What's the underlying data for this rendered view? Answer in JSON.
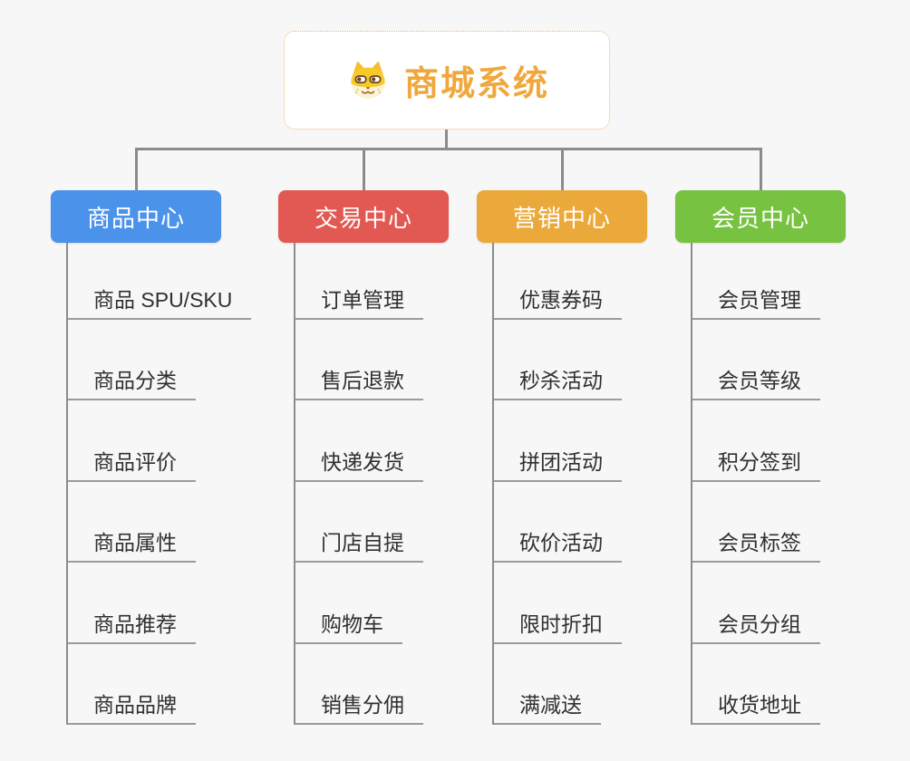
{
  "root": {
    "title": "商城系统",
    "icon": "shiba-dog-mascot-icon",
    "title_color": "#f0a83c",
    "border_color": "#f0b469"
  },
  "connector_color": "#8b8b8b",
  "background_color": "#f7f7f8",
  "branches": [
    {
      "label": "商品中心",
      "color": "#4b92ea",
      "items": [
        "商品 SPU/SKU",
        "商品分类",
        "商品评价",
        "商品属性",
        "商品推荐",
        "商品品牌"
      ]
    },
    {
      "label": "交易中心",
      "color": "#e25852",
      "items": [
        "订单管理",
        "售后退款",
        "快递发货",
        "门店自提",
        "购物车",
        "销售分佣"
      ]
    },
    {
      "label": "营销中心",
      "color": "#ebа93c",
      "items": [
        "优惠券码",
        "秒杀活动",
        "拼团活动",
        "砍价活动",
        "限时折扣",
        "满减送"
      ]
    },
    {
      "label": "会员中心",
      "color": "#77c240",
      "items": [
        "会员管理",
        "会员等级",
        "积分签到",
        "会员标签",
        "会员分组",
        "收货地址"
      ]
    }
  ]
}
